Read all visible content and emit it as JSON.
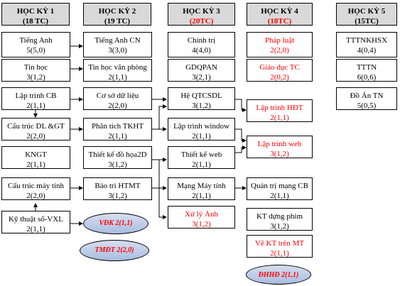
{
  "columns": [
    {
      "name": "HỌC KỲ 1",
      "credits": "(18 TC)"
    },
    {
      "name": "HỌC KỲ 2",
      "credits": "(19 TC)"
    },
    {
      "name": "HỌC KỲ 3",
      "credits": "(20TC)"
    },
    {
      "name": "HỌC KỲ 4",
      "credits": "(18TC)"
    },
    {
      "name": "HỌC KỲ 5",
      "credits": "(15TC)"
    }
  ],
  "courses": {
    "tieng_anh": {
      "name": "Tiếng Anh",
      "code": "5(5,0)"
    },
    "tin_hoc": {
      "name": "Tin học",
      "code": "3(1,2)"
    },
    "lap_trinh_cb": {
      "name": "Lập trình CB",
      "code": "2(1,1)"
    },
    "cau_truc_dl": {
      "name": "Cấu trúc DL &GT",
      "code": "2(2,0)"
    },
    "kngt": {
      "name": "KNGT",
      "code": "2(1,1)"
    },
    "cau_truc_may_tinh": {
      "name": "Cấu trúc máy tính",
      "code": "2(2,0)"
    },
    "ky_thuat_so": {
      "name": "Kỹ thuật số-VXL",
      "code": "2(1,1)"
    },
    "tieng_anh_cn": {
      "name": "Tiếng Anh CN",
      "code": "3(3,0)"
    },
    "tin_hoc_van_phong": {
      "name": "Tin học văn phòng",
      "code": "2(1,1)"
    },
    "co_so_du_lieu": {
      "name": "Cơ sở dữ liệu",
      "code": "2(2,0)"
    },
    "phan_tich_tkht": {
      "name": "Phân tích TKHT",
      "code": "2(1,1)"
    },
    "thiet_ke_do_hoa": {
      "name": "Thiết kế đồ họa2D",
      "code": "3(1,2)"
    },
    "bao_tri_htmt": {
      "name": "Bảo trì HTMT",
      "code": "3(1,2)"
    },
    "chinh_tri": {
      "name": "Chính trị",
      "code": "4(4,0)"
    },
    "gdqpan": {
      "name": "GDQPAN",
      "code": "3(2,1)"
    },
    "he_qtcsdl": {
      "name": "Hệ QTCSDL",
      "code": "3(1,2)"
    },
    "lap_trinh_window": {
      "name": "Lập trình window",
      "code": "2(1,1)"
    },
    "thiet_ke_web": {
      "name": "Thiết kế web",
      "code": "2(1,1)"
    },
    "mang_may_tinh": {
      "name": "Mạng Máy tính",
      "code": "2(1,1)"
    },
    "xu_ly_anh": {
      "name": "Xử lý Ảnh",
      "code": "3(1,2)"
    },
    "phap_luat": {
      "name": "Pháp luật",
      "code": "2(2,0)"
    },
    "giao_duc_tc": {
      "name": "Giáo dục TC",
      "code": "2(0,2)"
    },
    "lap_trinh_hdt": {
      "name": "Lập trình HĐT",
      "code": "2(1,1)"
    },
    "lap_trinh_web": {
      "name": "Lập trình web",
      "code": "3(1,2)"
    },
    "quan_tri_mang": {
      "name": "Quản trị mạng CB",
      "code": "2(1,1)"
    },
    "kt_dung_phim": {
      "name": "KT dựng phim",
      "code": "3(1,2)"
    },
    "ve_kt_tren_mt": {
      "name": "Vẽ KT trên MT",
      "code": "2(1,1)"
    },
    "tttnkhsx": {
      "name": "TTTNKHSX",
      "code": "4(0,4)"
    },
    "tttn": {
      "name": "TTTN",
      "code": "6(0,6)"
    },
    "do_an_tn": {
      "name": "Đồ Án TN",
      "code": "5(0,5)"
    }
  },
  "ovals": {
    "vdk": "VĐK 2(1,1)",
    "tmdt": "TMĐT 2(2,0)",
    "dhhd": "ĐHHĐ 2(1,1)"
  },
  "colors": {
    "header_bg": "#d9d9d9",
    "highlight": "#ff0000",
    "oval": "#b4c6e7"
  }
}
